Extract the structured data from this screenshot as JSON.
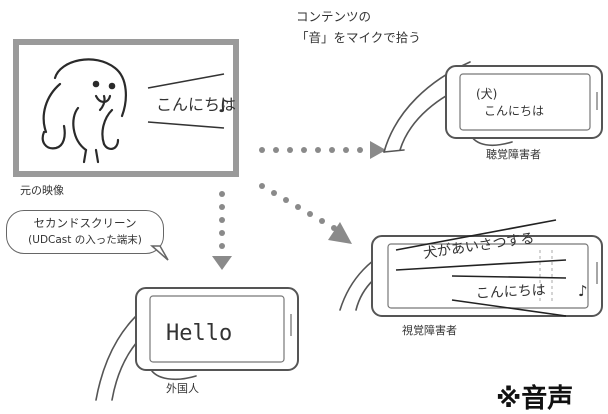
{
  "top_caption": {
    "line1": "コンテンツの",
    "line2": "「音」をマイクで拾う"
  },
  "source": {
    "label": "元の映像",
    "speech": "こんにちは",
    "note_symbol": "♪"
  },
  "second_screen_bubble": {
    "line1": "セカンドスクリーン",
    "line2": "(UDCast の入った端末)"
  },
  "devices": {
    "hearing": {
      "label": "聴覚障害者",
      "text_line1": "(犬)",
      "text_line2": "こんにちは"
    },
    "visual": {
      "label": "視覚障害者",
      "text_line1": "犬があいさつする",
      "text_line2": "こんにちは",
      "note_symbol": "♪"
    },
    "foreign": {
      "label": "外国人",
      "text": "Hello"
    }
  },
  "footnote": "※音声",
  "colors": {
    "frame": "#9a9a9a",
    "arrow": "#8a8a8a",
    "line": "#333333"
  }
}
